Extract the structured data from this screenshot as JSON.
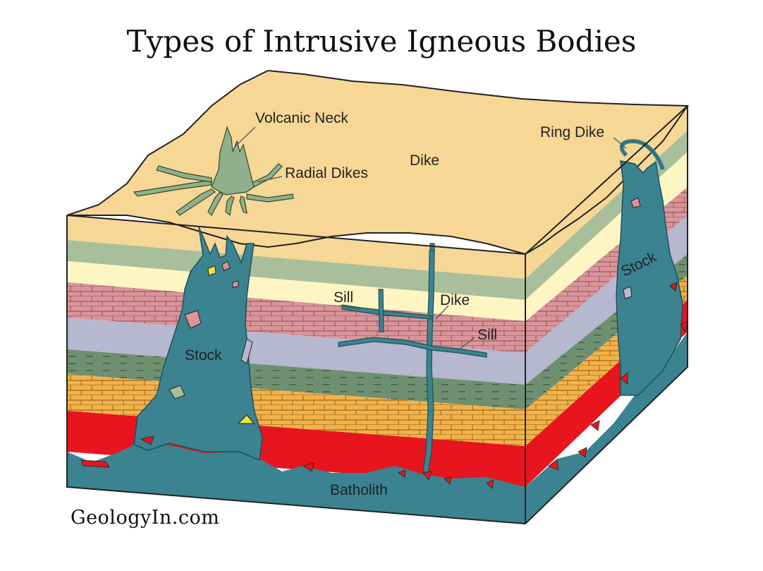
{
  "title": "Types of Intrusive Igneous Bodies",
  "watermark": "GeologyIn.com",
  "labels": {
    "volcanic_neck": "Volcanic Neck",
    "radial_dikes": "Radial Dikes",
    "dike_surface": "Dike",
    "ring_dike": "Ring Dike",
    "sill_upper": "Sill",
    "dike_front": "Dike",
    "sill_lower": "Sill",
    "stock_left": "Stock",
    "stock_right": "Stock",
    "batholith": "Batholith"
  },
  "colors": {
    "surface": "#f7d796",
    "pale_yellow": "#fdf5c2",
    "green": "#a9bf9b",
    "pink_brick": "#d9959a",
    "lavender": "#b5b8cf",
    "dark_green": "#6f9070",
    "orange_brick": "#f2b24a",
    "red": "#e8141e",
    "magma": "#3b8391"
  }
}
